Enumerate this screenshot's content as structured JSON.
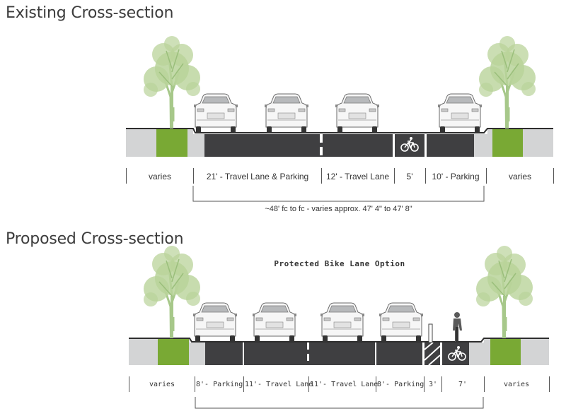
{
  "existing": {
    "title": "Existing Cross-section",
    "segments": [
      {
        "label": "varies"
      },
      {
        "label": "21' - Travel Lane & Parking"
      },
      {
        "label": "12' - Travel Lane"
      },
      {
        "label": "5'"
      },
      {
        "label": "10' - Parking"
      },
      {
        "label": "varies"
      }
    ],
    "total_note": "~48' fc to fc - varies approx. 47' 4\" to 47' 8\""
  },
  "proposed": {
    "title": "Proposed Cross-section",
    "option_label": "Protected Bike Lane Option",
    "segments": [
      {
        "label": "varies"
      },
      {
        "label": "8'- Parking"
      },
      {
        "label": "11'- Travel Lane"
      },
      {
        "label": "11'- Travel Lane"
      },
      {
        "label": "8'- Parking"
      },
      {
        "label": "3'"
      },
      {
        "label": "7'"
      },
      {
        "label": "varies"
      }
    ]
  },
  "colors": {
    "road": "#3f3f41",
    "sidewalk": "#d3d4d5",
    "planter": "#79a934",
    "tree_foliage": "#b9d39a",
    "tree_trunk": "#a7c88a",
    "lane_marking": "#ffffff",
    "curb_line": "#2e2e2e",
    "car_body": "#f6f6f6",
    "car_outline": "#6a6a6a"
  },
  "icons": {
    "vehicle": "car-icon",
    "bicycle_marking": "bicycle-icon",
    "cyclist": "cyclist-icon",
    "bollard": "bollard-icon",
    "tree": "tree-icon"
  }
}
